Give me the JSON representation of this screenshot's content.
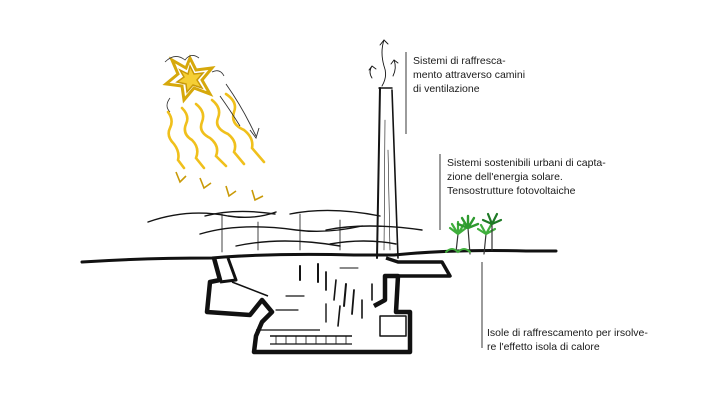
{
  "colors": {
    "ink": "#141414",
    "sun": "#f2c21a",
    "sun_dark": "#c99a08",
    "palm": "#3fae3c",
    "palm_dark": "#1f7a26"
  },
  "icons": [
    "sun-icon",
    "palm-tree-icon"
  ],
  "annotations": [
    {
      "id": "ventilation",
      "text": "Sistemi di raffresca-\nmento attraverso camini\ndi ventilazione"
    },
    {
      "id": "solar",
      "text": "Sistemi sostenibili urbani di capta-\nzione dell'energia solare.\nTensostrutture fotovoltaiche"
    },
    {
      "id": "cooling",
      "text": "Isole di raffrescamento per irsolve-\nre l'effetto isola di calore"
    }
  ]
}
